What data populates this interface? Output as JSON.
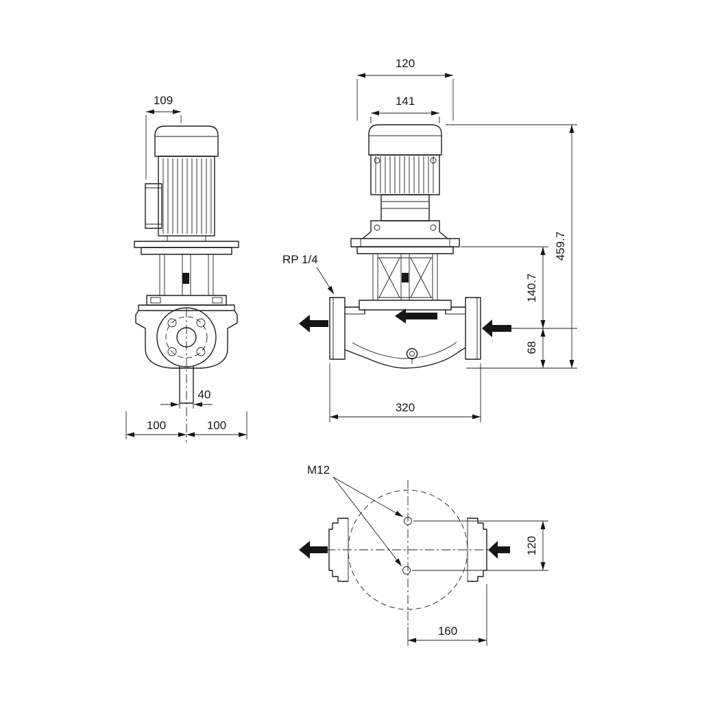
{
  "side_view": {
    "dim_top": "109",
    "dim_port": "40",
    "dim_left": "100",
    "dim_right": "100"
  },
  "front_view": {
    "dim_fan": "120",
    "dim_motor": "141",
    "thread_label": "RP 1/4",
    "dim_height_total": "459.7",
    "dim_height_mid": "140.7",
    "dim_height_port": "68",
    "dim_width": "320"
  },
  "plan_view": {
    "bolt_label": "M12",
    "dim_depth": "120",
    "dim_offset": "160"
  }
}
